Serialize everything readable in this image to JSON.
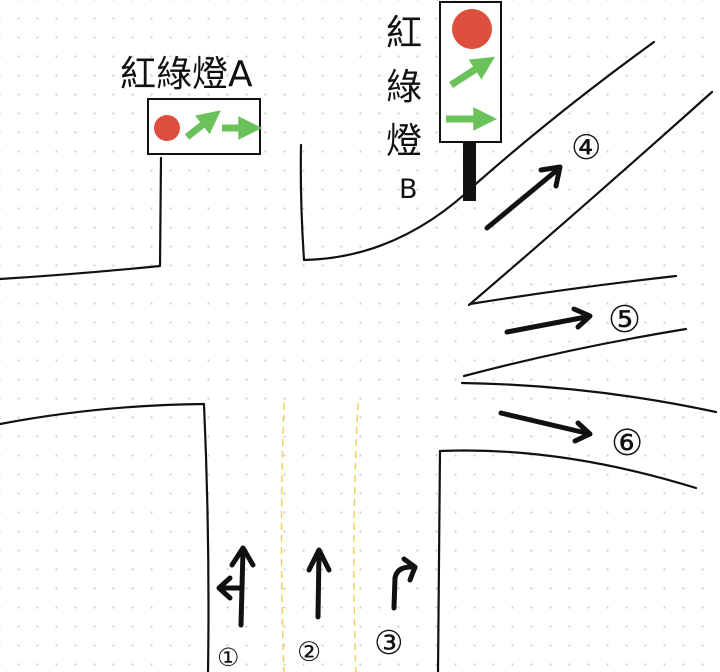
{
  "signal_a": {
    "label": "紅綠燈A"
  },
  "signal_b": {
    "label_chars": [
      "紅",
      "綠",
      "燈"
    ],
    "label_letter": "B"
  },
  "lanes": [
    {
      "number": "①"
    },
    {
      "number": "②"
    },
    {
      "number": "③"
    },
    {
      "number": "④"
    },
    {
      "number": "⑤"
    },
    {
      "number": "⑥"
    }
  ],
  "colors": {
    "red_light": "#dd4f3c",
    "green_arrow": "#6cc25a",
    "lane_divider": "#f2cf55",
    "ink": "#111111"
  }
}
